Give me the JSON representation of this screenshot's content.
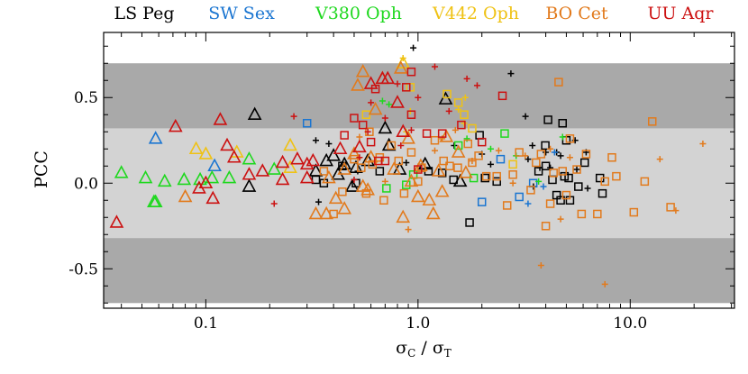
{
  "chart_data": {
    "type": "scatter",
    "title": "",
    "xlabel": {
      "main": "σ",
      "sub1": "C",
      "sep": " / σ",
      "sub2": "T"
    },
    "ylabel": "PCC",
    "xscale": "log",
    "xlim": [
      0.033,
      31
    ],
    "ylim": [
      -0.73,
      0.88
    ],
    "xticks": [
      {
        "value": 0.1,
        "label": "0.1"
      },
      {
        "value": 1.0,
        "label": "1.0"
      },
      {
        "value": 10.0,
        "label": "10.0"
      }
    ],
    "yticks": [
      {
        "value": 0.5,
        "label": "0.5"
      },
      {
        "value": 0.0,
        "label": "0.0"
      },
      {
        "value": -0.5,
        "label": "-0.5"
      }
    ],
    "bands": [
      {
        "from": -0.7,
        "to": -0.32,
        "color": "#a9a9a9"
      },
      {
        "from": -0.32,
        "to": 0.32,
        "color": "#d3d3d3"
      },
      {
        "from": 0.32,
        "to": 0.7,
        "color": "#a9a9a9"
      }
    ],
    "series": [
      {
        "name": "LS Peg",
        "color": "#000000",
        "triangles": [
          [
            0.17,
            0.4
          ],
          [
            0.33,
            0.07
          ],
          [
            0.37,
            0.13
          ],
          [
            0.4,
            0.16
          ],
          [
            0.42,
            0.05
          ],
          [
            0.45,
            0.11
          ],
          [
            0.49,
            -0.02
          ],
          [
            0.51,
            0.09
          ],
          [
            0.58,
            0.13
          ],
          [
            0.7,
            0.32
          ],
          [
            0.73,
            0.22
          ],
          [
            0.82,
            0.08
          ],
          [
            1.08,
            0.11
          ],
          [
            1.35,
            0.49
          ],
          [
            1.58,
            0.01
          ],
          [
            0.16,
            -0.02
          ]
        ],
        "squares": [
          [
            0.33,
            0.02
          ],
          [
            0.36,
            0.0
          ],
          [
            0.44,
            0.1
          ],
          [
            0.51,
            0.0
          ],
          [
            0.66,
            0.07
          ],
          [
            1.12,
            0.07
          ],
          [
            1.3,
            0.06
          ],
          [
            1.47,
            0.02
          ],
          [
            1.75,
            -0.23
          ],
          [
            1.95,
            0.28
          ],
          [
            2.07,
            0.03
          ],
          [
            2.35,
            0.01
          ],
          [
            3.7,
            0.07
          ],
          [
            3.98,
            0.22
          ],
          [
            4.1,
            0.37
          ],
          [
            4.9,
            0.04
          ],
          [
            5.13,
            0.03
          ],
          [
            4.0,
            0.1
          ],
          [
            4.8,
            0.35
          ],
          [
            5.7,
            -0.02
          ],
          [
            7.2,
            0.03
          ],
          [
            5.2,
            -0.1
          ],
          [
            7.4,
            -0.06
          ],
          [
            6.1,
            0.12
          ],
          [
            4.5,
            -0.07
          ],
          [
            4.3,
            0.02
          ],
          [
            5.0,
            0.25
          ],
          [
            4.7,
            -0.1
          ]
        ],
        "crosses": [
          [
            0.95,
            0.79
          ],
          [
            0.33,
            0.25
          ],
          [
            0.38,
            0.23
          ],
          [
            0.34,
            -0.11
          ],
          [
            0.44,
            0.1
          ],
          [
            0.52,
            0.07
          ],
          [
            0.88,
            0.12
          ],
          [
            1.48,
            0.22
          ],
          [
            2.0,
            0.17
          ],
          [
            2.74,
            0.64
          ],
          [
            3.21,
            0.39
          ],
          [
            3.46,
            0.22
          ],
          [
            3.75,
            0.09
          ],
          [
            4.0,
            0.18
          ],
          [
            4.5,
            0.18
          ],
          [
            5.5,
            0.25
          ],
          [
            6.2,
            0.18
          ],
          [
            3.3,
            0.14
          ],
          [
            4.7,
            0.16
          ],
          [
            3.5,
            -0.02
          ],
          [
            5.6,
            0.08
          ],
          [
            6.3,
            -0.03
          ],
          [
            4.2,
            0.09
          ],
          [
            2.2,
            0.11
          ]
        ]
      },
      {
        "name": "SW Sex",
        "color": "#1a75d1",
        "triangles": [
          [
            0.058,
            0.26
          ],
          [
            0.11,
            0.1
          ]
        ],
        "squares": [
          [
            0.3,
            0.35
          ],
          [
            2.45,
            0.14
          ],
          [
            3.49,
            0.0
          ],
          [
            2.0,
            -0.11
          ],
          [
            3.0,
            -0.08
          ]
        ],
        "crosses": [
          [
            3.3,
            -0.12
          ],
          [
            4.4,
            0.18
          ],
          [
            3.9,
            -0.02
          ]
        ]
      },
      {
        "name": "V380 Oph",
        "color": "#1ed81e",
        "triangles": [
          [
            0.04,
            0.06
          ],
          [
            0.052,
            0.03
          ],
          [
            0.057,
            -0.11
          ],
          [
            0.058,
            -0.11
          ],
          [
            0.064,
            0.01
          ],
          [
            0.079,
            0.02
          ],
          [
            0.094,
            0.02
          ],
          [
            0.107,
            0.03
          ],
          [
            0.129,
            0.03
          ],
          [
            0.16,
            0.14
          ],
          [
            0.21,
            0.08
          ]
        ],
        "squares": [
          [
            0.71,
            -0.03
          ],
          [
            0.95,
            0.05
          ],
          [
            1.55,
            0.22
          ],
          [
            1.83,
            0.03
          ],
          [
            2.56,
            0.29
          ],
          [
            0.88,
            -0.01
          ]
        ],
        "crosses": [
          [
            0.68,
            0.48
          ],
          [
            0.73,
            0.46
          ],
          [
            1.7,
            0.26
          ],
          [
            2.9,
            0.16
          ],
          [
            3.7,
            0.01
          ],
          [
            4.8,
            0.27
          ],
          [
            2.2,
            0.2
          ]
        ]
      },
      {
        "name": "V442 Oph",
        "color": "#efc214",
        "triangles": [
          [
            0.85,
            0.7
          ],
          [
            0.09,
            0.2
          ],
          [
            0.1,
            0.17
          ],
          [
            0.14,
            0.18
          ],
          [
            0.25,
            0.22
          ],
          [
            0.25,
            0.09
          ]
        ],
        "squares": [
          [
            0.57,
            0.4
          ],
          [
            1.37,
            0.52
          ],
          [
            1.55,
            0.47
          ],
          [
            1.65,
            0.4
          ],
          [
            1.8,
            0.32
          ],
          [
            0.92,
            0.56
          ],
          [
            2.8,
            0.11
          ]
        ],
        "crosses": [
          [
            0.85,
            0.73
          ],
          [
            1.55,
            0.43
          ],
          [
            1.67,
            0.5
          ],
          [
            0.88,
            0.3
          ],
          [
            0.92,
            0.42
          ],
          [
            1.65,
            0.35
          ]
        ]
      },
      {
        "name": "BO Cet",
        "color": "#e27a1c",
        "triangles": [
          [
            0.08,
            -0.08
          ],
          [
            0.33,
            -0.18
          ],
          [
            0.37,
            -0.18
          ],
          [
            0.38,
            0.03
          ],
          [
            0.41,
            -0.09
          ],
          [
            0.45,
            0.08
          ],
          [
            0.5,
            0.17
          ],
          [
            0.52,
            0.57
          ],
          [
            0.55,
            0.65
          ],
          [
            0.58,
            -0.04
          ],
          [
            0.63,
            0.43
          ],
          [
            0.68,
            0.61
          ],
          [
            0.83,
            0.67
          ],
          [
            0.9,
            0.26
          ],
          [
            0.93,
            0.01
          ],
          [
            1.0,
            -0.08
          ],
          [
            1.03,
            0.1
          ],
          [
            1.13,
            -0.1
          ],
          [
            1.18,
            -0.18
          ],
          [
            1.25,
            0.07
          ],
          [
            1.36,
            0.27
          ],
          [
            1.55,
            0.18
          ],
          [
            1.68,
            0.06
          ],
          [
            0.77,
            0.08
          ],
          [
            0.6,
            0.15
          ],
          [
            0.45,
            -0.15
          ],
          [
            0.55,
            -0.02
          ],
          [
            0.85,
            -0.2
          ],
          [
            1.3,
            -0.05
          ]
        ],
        "squares": [
          [
            0.36,
            0.07
          ],
          [
            0.4,
            -0.18
          ],
          [
            0.44,
            -0.05
          ],
          [
            0.5,
            0.14
          ],
          [
            0.54,
            0.09
          ],
          [
            0.57,
            -0.06
          ],
          [
            0.59,
            0.3
          ],
          [
            0.61,
            0.11
          ],
          [
            0.66,
            0.15
          ],
          [
            0.69,
            -0.1
          ],
          [
            0.75,
            0.22
          ],
          [
            0.81,
            0.13
          ],
          [
            0.86,
            -0.06
          ],
          [
            0.93,
            0.18
          ],
          [
            1.0,
            0.01
          ],
          [
            1.04,
            0.09
          ],
          [
            1.2,
            0.25
          ],
          [
            1.32,
            0.13
          ],
          [
            1.41,
            0.1
          ],
          [
            1.54,
            0.09
          ],
          [
            1.72,
            0.23
          ],
          [
            1.93,
            0.16
          ],
          [
            2.1,
            0.04
          ],
          [
            2.35,
            0.04
          ],
          [
            2.63,
            -0.13
          ],
          [
            3.0,
            0.18
          ],
          [
            3.4,
            -0.04
          ],
          [
            3.8,
            0.17
          ],
          [
            4.0,
            -0.25
          ],
          [
            4.35,
            0.06
          ],
          [
            4.6,
            0.59
          ],
          [
            4.8,
            0.07
          ],
          [
            5.2,
            0.26
          ],
          [
            5.6,
            0.08
          ],
          [
            5.9,
            -0.18
          ],
          [
            6.2,
            0.17
          ],
          [
            7.0,
            -0.18
          ],
          [
            7.6,
            0.01
          ],
          [
            8.2,
            0.15
          ],
          [
            8.6,
            0.04
          ],
          [
            10.4,
            -0.17
          ],
          [
            11.7,
            0.01
          ],
          [
            12.7,
            0.36
          ],
          [
            15.5,
            -0.14
          ],
          [
            4.2,
            -0.12
          ],
          [
            3.6,
            0.12
          ],
          [
            2.8,
            0.05
          ],
          [
            1.8,
            0.12
          ],
          [
            5.0,
            -0.07
          ]
        ],
        "crosses": [
          [
            0.53,
            0.27
          ],
          [
            0.7,
            0.01
          ],
          [
            1.2,
            0.19
          ],
          [
            1.3,
            0.26
          ],
          [
            1.5,
            0.31
          ],
          [
            1.8,
            0.13
          ],
          [
            2.4,
            0.19
          ],
          [
            2.8,
            0.0
          ],
          [
            3.8,
            -0.48
          ],
          [
            4.2,
            0.2
          ],
          [
            4.7,
            -0.21
          ],
          [
            5.2,
            0.15
          ],
          [
            7.6,
            -0.59
          ],
          [
            13.8,
            0.14
          ],
          [
            16.4,
            -0.16
          ],
          [
            22.0,
            0.23
          ],
          [
            0.9,
            -0.27
          ],
          [
            3.2,
            0.16
          ]
        ]
      },
      {
        "name": "UU Aqr",
        "color": "#cc1111",
        "triangles": [
          [
            0.038,
            -0.23
          ],
          [
            0.072,
            0.33
          ],
          [
            0.093,
            -0.03
          ],
          [
            0.108,
            -0.09
          ],
          [
            0.117,
            0.37
          ],
          [
            0.126,
            0.22
          ],
          [
            0.136,
            0.15
          ],
          [
            0.16,
            0.05
          ],
          [
            0.185,
            0.07
          ],
          [
            0.23,
            0.02
          ],
          [
            0.27,
            0.14
          ],
          [
            0.3,
            0.11
          ],
          [
            0.32,
            0.13
          ],
          [
            0.43,
            0.2
          ],
          [
            0.53,
            0.21
          ],
          [
            0.6,
            0.58
          ],
          [
            0.68,
            0.61
          ],
          [
            0.72,
            0.61
          ],
          [
            0.8,
            0.47
          ],
          [
            0.85,
            0.3
          ],
          [
            0.3,
            0.03
          ],
          [
            0.23,
            0.12
          ],
          [
            0.1,
            0.0
          ]
        ],
        "squares": [
          [
            0.63,
            0.55
          ],
          [
            0.93,
            0.65
          ],
          [
            0.88,
            0.56
          ],
          [
            1.0,
            0.08
          ],
          [
            0.5,
            0.38
          ],
          [
            0.55,
            0.34
          ],
          [
            0.93,
            0.4
          ],
          [
            0.65,
            0.13
          ],
          [
            0.45,
            0.28
          ],
          [
            0.6,
            0.24
          ],
          [
            0.7,
            0.13
          ],
          [
            1.6,
            0.34
          ],
          [
            1.3,
            0.29
          ],
          [
            2.5,
            0.51
          ],
          [
            2.0,
            0.24
          ],
          [
            1.1,
            0.29
          ]
        ],
        "crosses": [
          [
            0.21,
            -0.12
          ],
          [
            0.26,
            0.39
          ],
          [
            0.53,
            0.15
          ],
          [
            1.2,
            0.68
          ],
          [
            1.7,
            0.61
          ],
          [
            1.9,
            0.57
          ],
          [
            1.0,
            0.5
          ],
          [
            0.8,
            0.58
          ],
          [
            0.6,
            0.47
          ],
          [
            0.93,
            0.31
          ],
          [
            0.7,
            0.38
          ],
          [
            0.5,
            0.02
          ],
          [
            0.58,
            0.3
          ],
          [
            1.4,
            0.42
          ],
          [
            0.83,
            0.22
          ]
        ]
      }
    ]
  }
}
